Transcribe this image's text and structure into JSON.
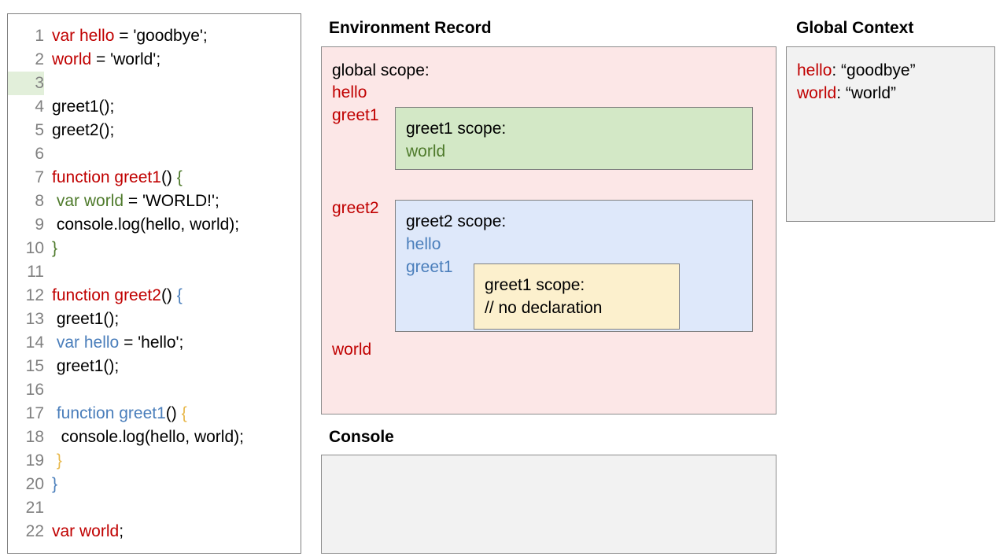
{
  "code_panel": {
    "name": "source-code",
    "lines": [
      {
        "num": "1",
        "highlighted": false,
        "tokens": [
          {
            "t": "var hello",
            "c": "red"
          },
          {
            "t": " = 'goodbye';",
            "c": "black"
          }
        ]
      },
      {
        "num": "2",
        "highlighted": false,
        "tokens": [
          {
            "t": "world",
            "c": "red"
          },
          {
            "t": " = 'world';",
            "c": "black"
          }
        ]
      },
      {
        "num": "3",
        "highlighted": true,
        "tokens": []
      },
      {
        "num": "4",
        "highlighted": false,
        "tokens": [
          {
            "t": "greet1();",
            "c": "black"
          }
        ]
      },
      {
        "num": "5",
        "highlighted": false,
        "tokens": [
          {
            "t": "greet2();",
            "c": "black"
          }
        ]
      },
      {
        "num": "6",
        "highlighted": false,
        "tokens": []
      },
      {
        "num": "7",
        "highlighted": false,
        "tokens": [
          {
            "t": "function greet1",
            "c": "red"
          },
          {
            "t": "() ",
            "c": "black"
          },
          {
            "t": "{",
            "c": "green"
          }
        ]
      },
      {
        "num": "8",
        "highlighted": false,
        "tokens": [
          {
            "t": " ",
            "c": "black"
          },
          {
            "t": "var world",
            "c": "green"
          },
          {
            "t": " = 'WORLD!';",
            "c": "black"
          }
        ]
      },
      {
        "num": "9",
        "highlighted": false,
        "tokens": [
          {
            "t": " console.log(hello, world);",
            "c": "black"
          }
        ]
      },
      {
        "num": "10",
        "highlighted": false,
        "tokens": [
          {
            "t": "}",
            "c": "green"
          }
        ]
      },
      {
        "num": "11",
        "highlighted": false,
        "tokens": []
      },
      {
        "num": "12",
        "highlighted": false,
        "tokens": [
          {
            "t": "function greet2",
            "c": "red"
          },
          {
            "t": "() ",
            "c": "black"
          },
          {
            "t": "{",
            "c": "blue"
          }
        ]
      },
      {
        "num": "13",
        "highlighted": false,
        "tokens": [
          {
            "t": " greet1();",
            "c": "black"
          }
        ]
      },
      {
        "num": "14",
        "highlighted": false,
        "tokens": [
          {
            "t": " ",
            "c": "black"
          },
          {
            "t": "var hello",
            "c": "blue"
          },
          {
            "t": " = 'hello';",
            "c": "black"
          }
        ]
      },
      {
        "num": "15",
        "highlighted": false,
        "tokens": [
          {
            "t": " greet1();",
            "c": "black"
          }
        ]
      },
      {
        "num": "16",
        "highlighted": false,
        "tokens": []
      },
      {
        "num": "17",
        "highlighted": false,
        "tokens": [
          {
            "t": " ",
            "c": "black"
          },
          {
            "t": "function greet1",
            "c": "blue"
          },
          {
            "t": "() ",
            "c": "black"
          },
          {
            "t": "{",
            "c": "yellow"
          }
        ]
      },
      {
        "num": "18",
        "highlighted": false,
        "tokens": [
          {
            "t": "  console.log(hello, world);",
            "c": "black"
          }
        ]
      },
      {
        "num": "19",
        "highlighted": false,
        "tokens": [
          {
            "t": " ",
            "c": "black"
          },
          {
            "t": "}",
            "c": "yellow"
          }
        ]
      },
      {
        "num": "20",
        "highlighted": false,
        "tokens": [
          {
            "t": "}",
            "c": "blue"
          }
        ]
      },
      {
        "num": "21",
        "highlighted": false,
        "tokens": []
      },
      {
        "num": "22",
        "highlighted": false,
        "tokens": [
          {
            "t": "var world",
            "c": "red"
          },
          {
            "t": ";",
            "c": "black"
          }
        ]
      }
    ]
  },
  "environment_record": {
    "title": "Environment Record",
    "global_scope_label": "global scope:",
    "global_vars": [
      "hello",
      "greet1",
      "greet2",
      "world"
    ],
    "greet1_scope": {
      "title": "greet1 scope:",
      "vars": [
        "world"
      ]
    },
    "greet2_scope": {
      "title": "greet2 scope:",
      "vars": [
        "hello",
        "greet1"
      ],
      "greet1_inner_scope": {
        "title": "greet1 scope:",
        "note": "// no declaration"
      }
    }
  },
  "console": {
    "title": "Console",
    "output": ""
  },
  "global_context": {
    "title": "Global Context",
    "entries": [
      {
        "key": "hello",
        "sep": ": ",
        "value": "“goodbye”"
      },
      {
        "key": "world",
        "sep": ": ",
        "value": "“world”"
      }
    ]
  },
  "colors": {
    "red": "#c00000",
    "green": "#4e7a2b",
    "blue": "#4a7ebb",
    "yellow": "#e8b84b",
    "env_record_bg": "#fce7e7",
    "greet1_scope_bg": "#d3e8c6",
    "greet2_scope_bg": "#dee8fa",
    "greet1_inner_bg": "#fcf0cd",
    "panel_bg": "#f2f2f2",
    "line_highlight": "#e2efda",
    "border": "#808080"
  }
}
